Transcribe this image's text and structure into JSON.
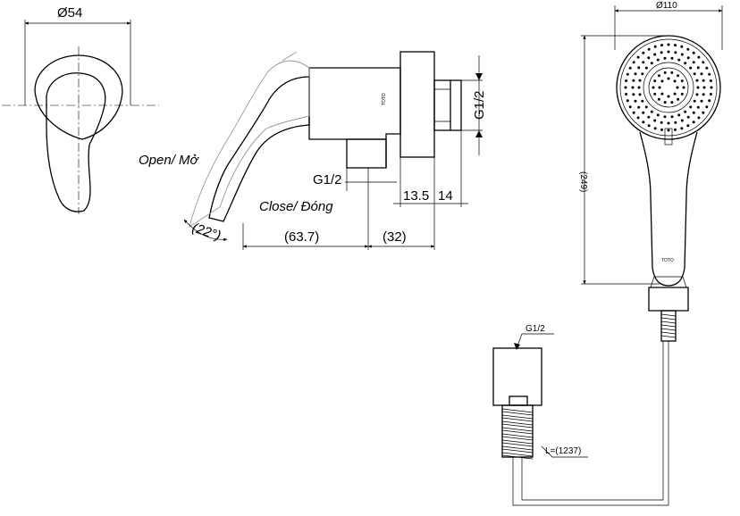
{
  "front_view": {
    "diameter_label": "Ø54"
  },
  "side_view": {
    "open_label": "Open/ Mở",
    "close_label": "Close/ Đóng",
    "angle_label": "(22°)",
    "length_label": "(63.7)",
    "depth_label": "(32)",
    "outlet_thread_label": "G1/2",
    "inlet_thread_label": "G1/2",
    "plate_label": "13.5",
    "nut_label": "14",
    "body_logo": "TOTO"
  },
  "hand_shower": {
    "diameter_label": "Ø110",
    "length_label": "(249)",
    "logo": "TOTO"
  },
  "hose": {
    "thread_label": "G1/2",
    "length_label": "L=(1237)"
  }
}
